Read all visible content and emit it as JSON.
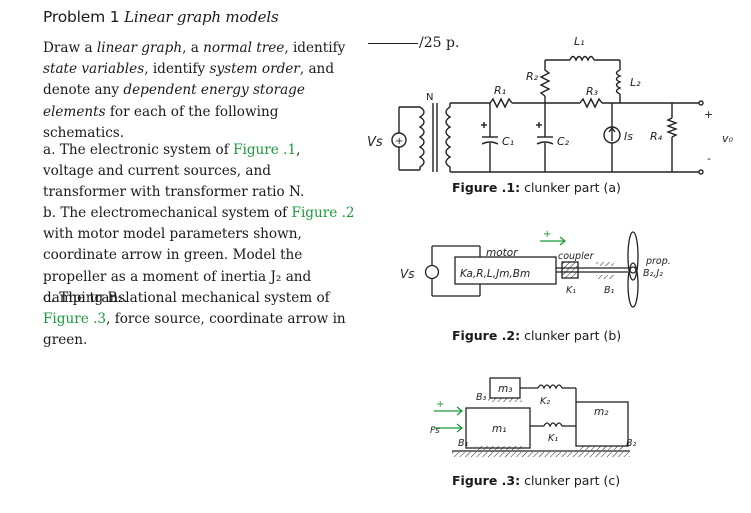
{
  "problem": {
    "label": "Problem 1",
    "title": "Linear graph models",
    "score": "/25 p."
  },
  "intro": {
    "t1": "Draw a ",
    "i1": "linear graph",
    "t2": ", a ",
    "i2": "normal tree",
    "t3": ", identify ",
    "i3": "state variables",
    "t4": ", identify ",
    "i4": "system order",
    "t5": ", and denote any ",
    "i5": "dependent energy storage elements",
    "t6": " for each of the following schematics."
  },
  "items": {
    "a1": "a. The electronic system of ",
    "a_fig": "Figure .1",
    "a2": ", voltage and current sources, and transformer with transformer ratio N.",
    "b1": "b. The electromechanical system of ",
    "b_fig": "Figure .2",
    "b2": " with motor model parameters shown, coordinate arrow in green. Model the propeller as a moment of inertia J₂ and damping B₂.",
    "c1": "c. The translational mechanical system of ",
    "c_fig": "Figure .3",
    "c2": ", force source, coordinate arrow in green."
  },
  "figures": {
    "f1": {
      "num": "Figure .1:",
      "caption": " clunker part (a)"
    },
    "f2": {
      "num": "Figure .2:",
      "caption": " clunker part (b)"
    },
    "f3": {
      "num": "Figure .3:",
      "caption": " clunker part (c)"
    }
  },
  "labels": {
    "vs": "Vs",
    "n": "N",
    "r1": "R₁",
    "r2": "R₂",
    "r3": "R₃",
    "l1": "L₁",
    "l2": "L₂",
    "c1": "C₁",
    "c2": "C₂",
    "is": "Is",
    "r4": "R₄",
    "vo": "v₀",
    "plus": "+",
    "minus": "-",
    "motor": "motor",
    "motor_params": "Ka,R,L,Jm,Bm",
    "coupler": "coupler",
    "k1": "K₁",
    "b1": "B₁",
    "prop1": "prop.",
    "prop2": "B₂,J₂",
    "m1": "m₁",
    "m2": "m₂",
    "m3": "m₃",
    "k2": "K₂",
    "b2": "B₂",
    "b3": "B₃",
    "fs": "Fs"
  },
  "colors": {
    "accent_green": "#1a9a3a"
  }
}
